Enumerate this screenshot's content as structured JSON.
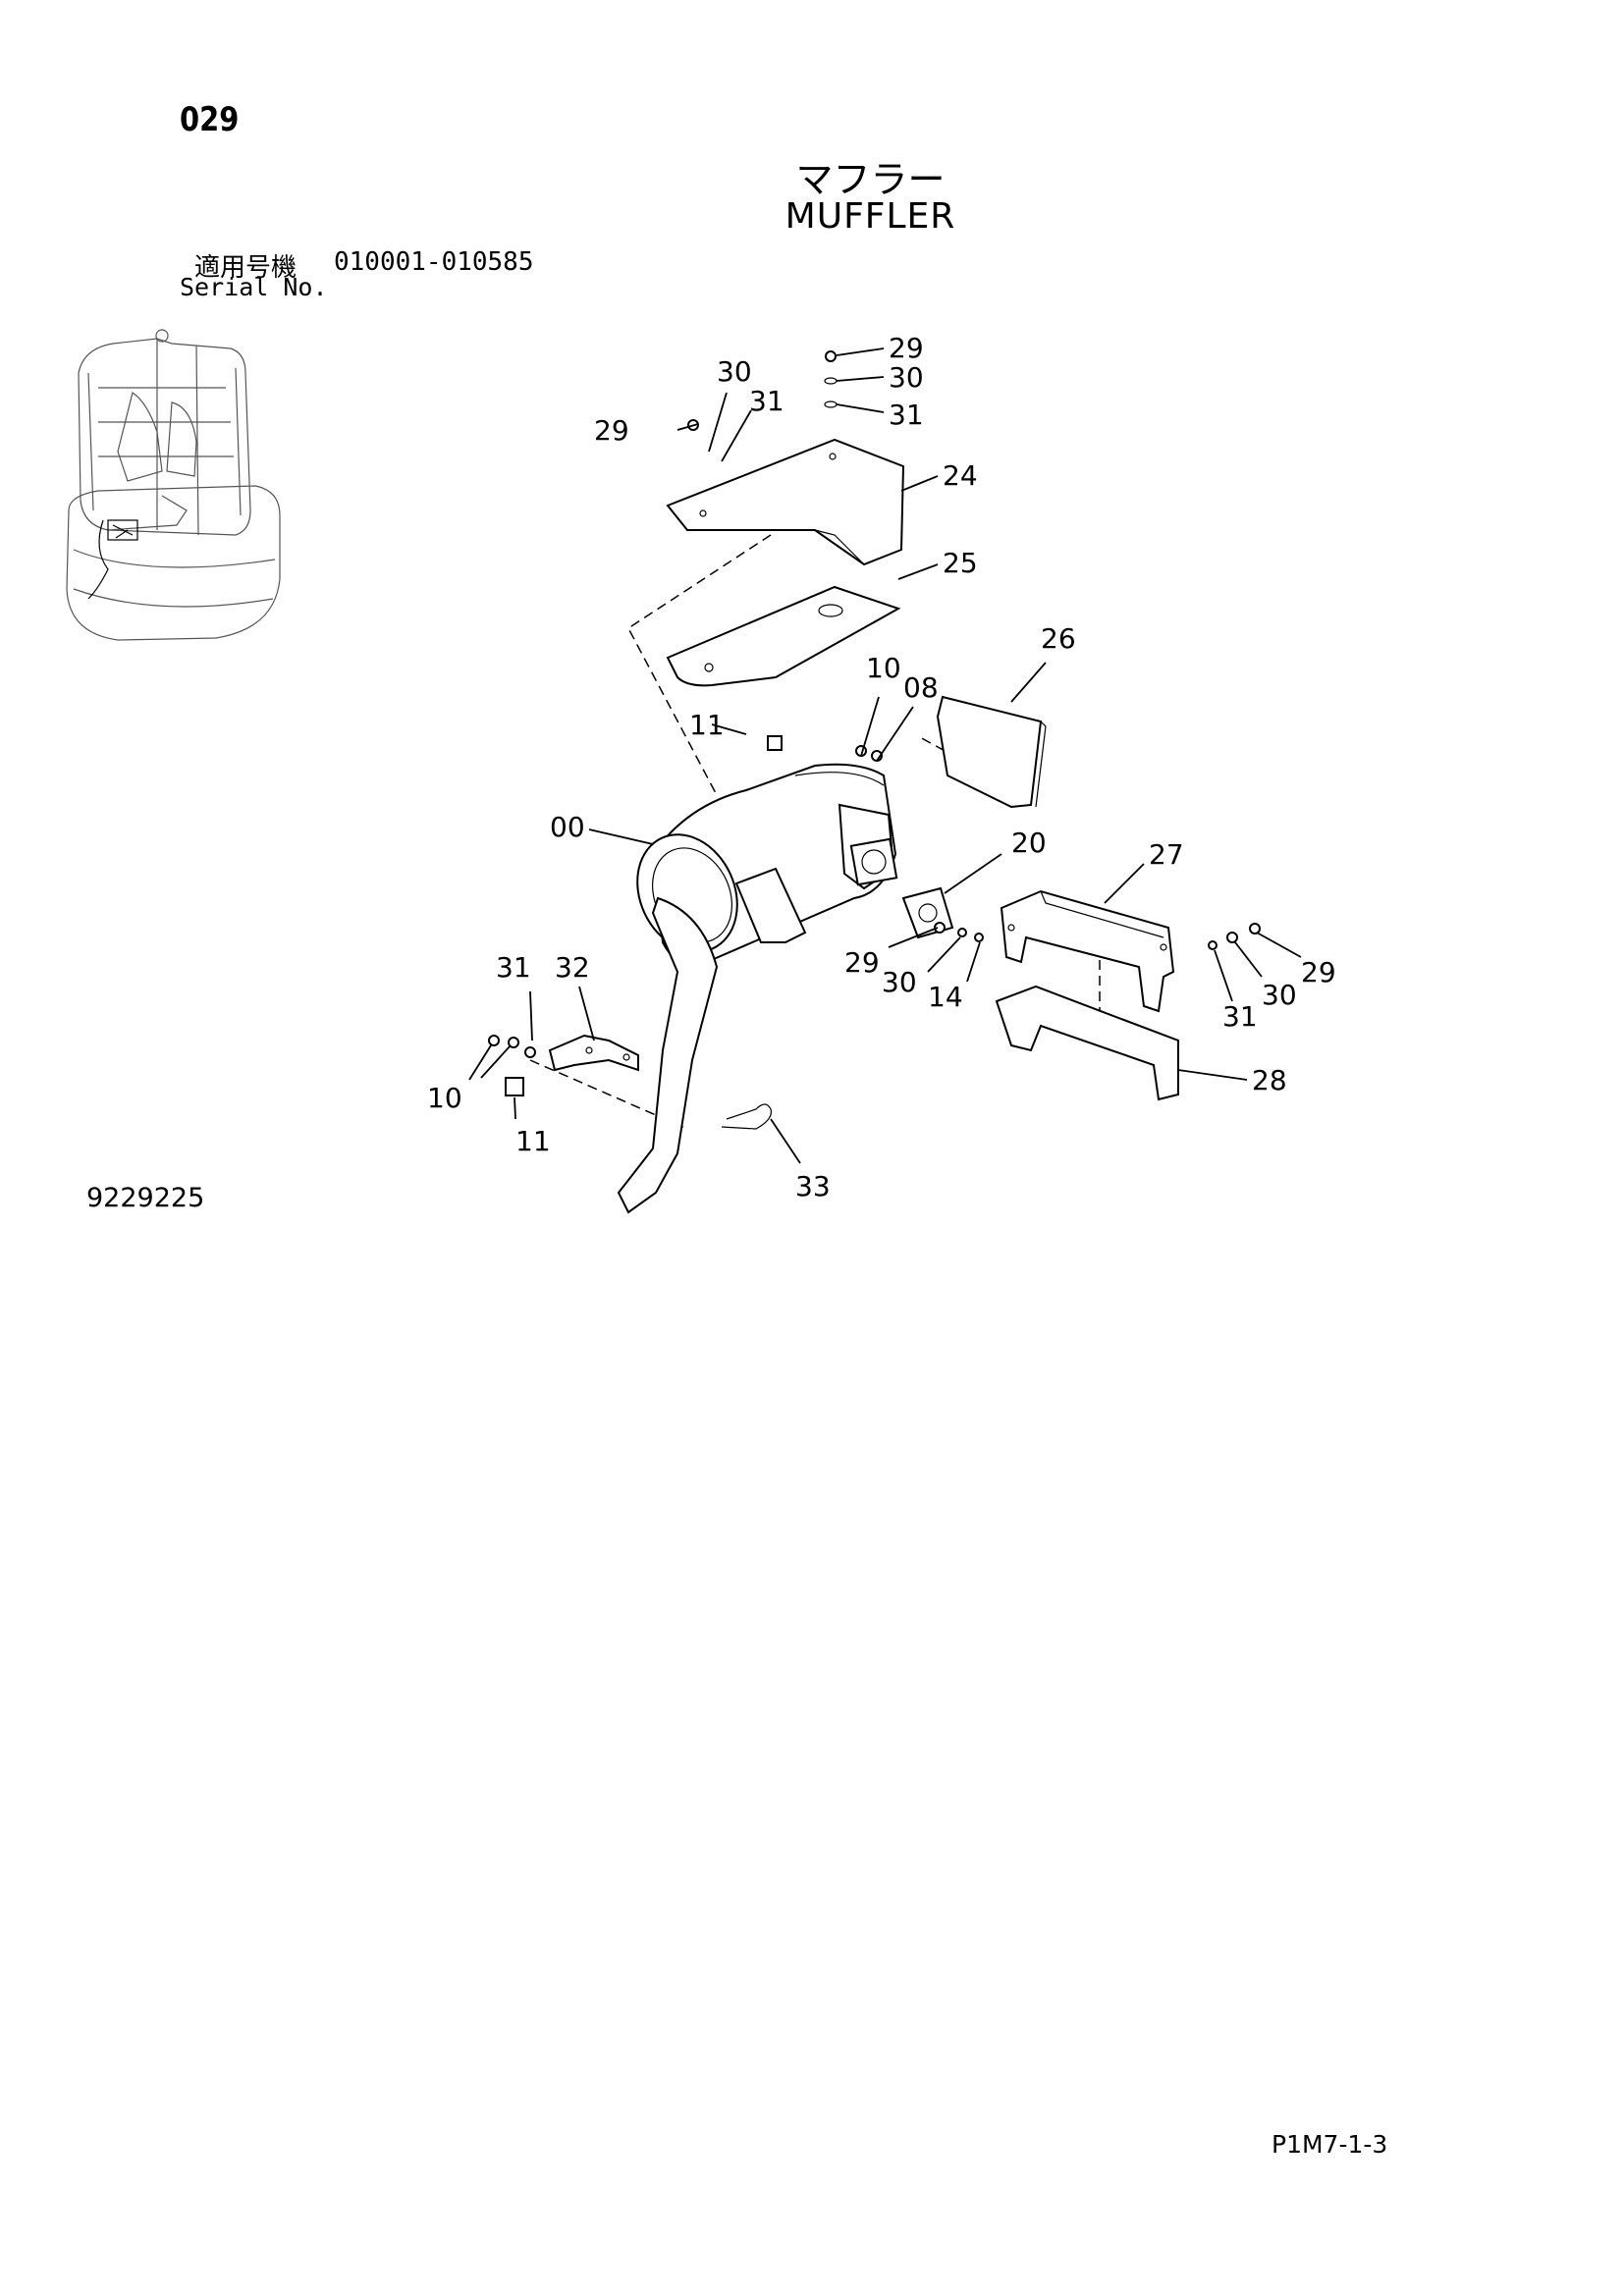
{
  "page": {
    "number": "029",
    "title_jp": "マフラー",
    "title_en": "MUFFLER",
    "serial_label_jp": "適用号機",
    "serial_range": "010001-010585",
    "serial_label_en": "Serial No.",
    "drawing_number": "9229225",
    "page_reference": "P1M7-1-3"
  },
  "diagram": {
    "icons": [
      "machine-location-icon",
      "muffler-exploded-view"
    ],
    "callouts": {
      "c29a": "29",
      "c30a": "30",
      "c31a": "31",
      "c30b": "30",
      "c31b": "31",
      "c29b": "29",
      "c24": "24",
      "c25": "25",
      "c26": "26",
      "c10a": "10",
      "c08": "08",
      "c11a": "11",
      "c00": "00",
      "c20": "20",
      "c27": "27",
      "c29c": "29",
      "c30c": "30",
      "c14": "14",
      "c29d": "29",
      "c30d": "30",
      "c31d": "31",
      "c31e": "31",
      "c32": "32",
      "c10b": "10",
      "c11b": "11",
      "c28": "28",
      "c33": "33"
    }
  }
}
